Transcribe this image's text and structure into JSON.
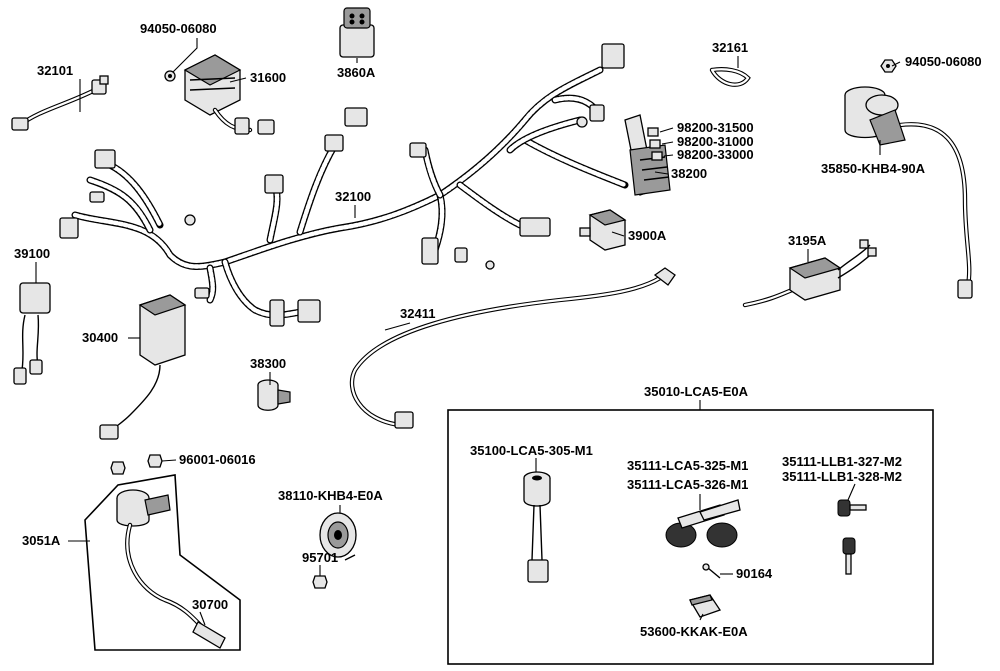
{
  "labels": {
    "p32101": "32101",
    "p94050_06080_left": "94050-06080",
    "p31600": "31600",
    "p3860A": "3860A",
    "p32161": "32161",
    "p94050_06080_right": "94050-06080",
    "p98200_31500": "98200-31500",
    "p98200_31000": "98200-31000",
    "p98200_33000": "98200-33000",
    "p35850_KHB4_90A": "35850-KHB4-90A",
    "p38200": "38200",
    "p32100": "32100",
    "p3900A": "3900A",
    "p39100": "39100",
    "p3195A": "3195A",
    "p30400": "30400",
    "p32411": "32411",
    "p38300": "38300",
    "p35010_LCA5_E0A": "35010-LCA5-E0A",
    "p35100_LCA5_305_M1": "35100-LCA5-305-M1",
    "p35111_LCA5_325_M1": "35111-LCA5-325-M1",
    "p35111_LCA5_326_M1": "35111-LCA5-326-M1",
    "p35111_LLB1_327_M2": "35111-LLB1-327-M2",
    "p35111_LLB1_328_M2": "35111-LLB1-328-M2",
    "p96001_06016": "96001-06016",
    "p38110_KHB4_E0A": "38110-KHB4-E0A",
    "p3051A": "3051A",
    "p95701": "95701",
    "p90164": "90164",
    "p30700": "30700",
    "p53600_KKAK_E0A": "53600-KKAK-E0A"
  }
}
